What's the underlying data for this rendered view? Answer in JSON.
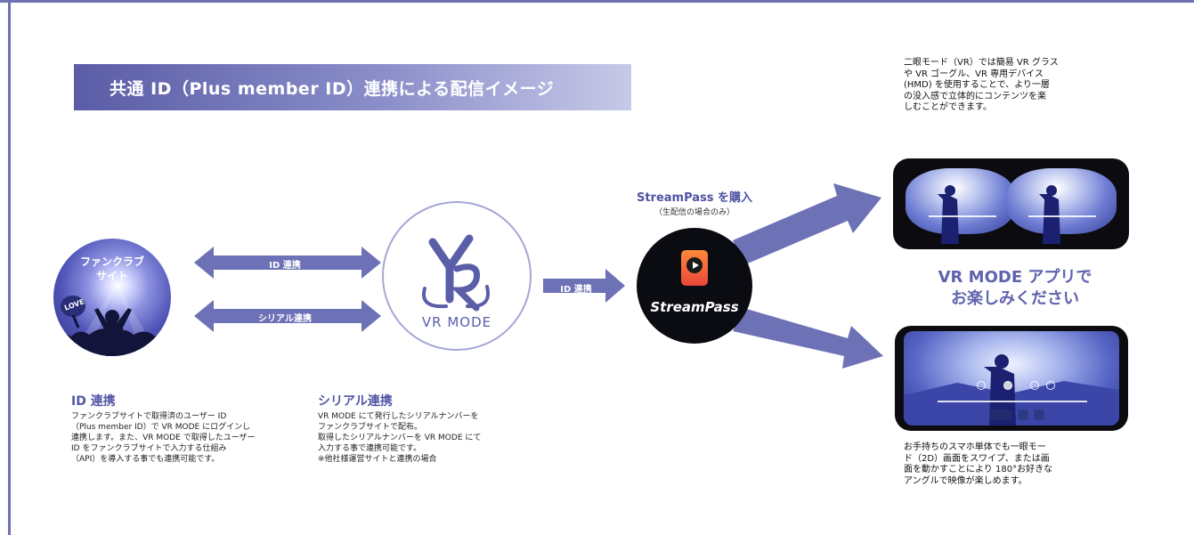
{
  "title": "共通 ID（Plus member ID）連携による配信イメージ",
  "colors": {
    "accent": "#6f72b1",
    "arrow": "#6d71b6",
    "title_start": "#5a5ca6",
    "title_end": "#c7c9e8",
    "heading": "#5256a6"
  },
  "fanclub": {
    "label_line1": "ファンクラブ",
    "label_line2": "サイト",
    "sign_text": "LOVE"
  },
  "arrows": {
    "id_link": "ID 連携",
    "serial_link": "シリアル連携",
    "vr_to_streampass": "ID 連携"
  },
  "vrmode": {
    "logo_text": "VR MODE"
  },
  "streampass": {
    "heading": "StreamPass を購入",
    "subheading": "（生配信の場合のみ）",
    "logo_text": "StreamPass"
  },
  "id_desc": {
    "heading": "ID 連携",
    "body": "ファンクラブサイトで取得済のユーザー ID\n（Plus member ID）で VR MODE にログインし\n連携します。また、VR MODE で取得したユーザー\nID をファンクラブサイトで入力する仕組み\n（API）を導入する事でも連携可能です。"
  },
  "serial_desc": {
    "heading": "シリアル連携",
    "body": "VR MODE にて発行したシリアルナンバーを\nファンクラブサイトで配布。\n取得したシリアルナンバーを VR MODE にて\n入力する事で連携可能です。\n※他社様運営サイトと連携の場合"
  },
  "vr_note": "二眼モード（VR）では簡易 VR グラス\nや VR ゴーグル、VR 専用デバイス\n(HMD) を使用することで、より一層\nの没入感で立体的にコンテンツを楽\nしむことができます。",
  "cta": {
    "line1": "VR MODE アプリで",
    "line2": "お楽しみください"
  },
  "single_note": "お手持ちのスマホ単体でも一眼モー\nド（2D）画面をスワイプ、または画\n面を動かすことにより 180°お好きな\nアングルで映像が楽しめます。",
  "icons": [
    "play-icon",
    "vr-logo-icon",
    "rewind-icon",
    "forward-icon",
    "close-icon"
  ]
}
